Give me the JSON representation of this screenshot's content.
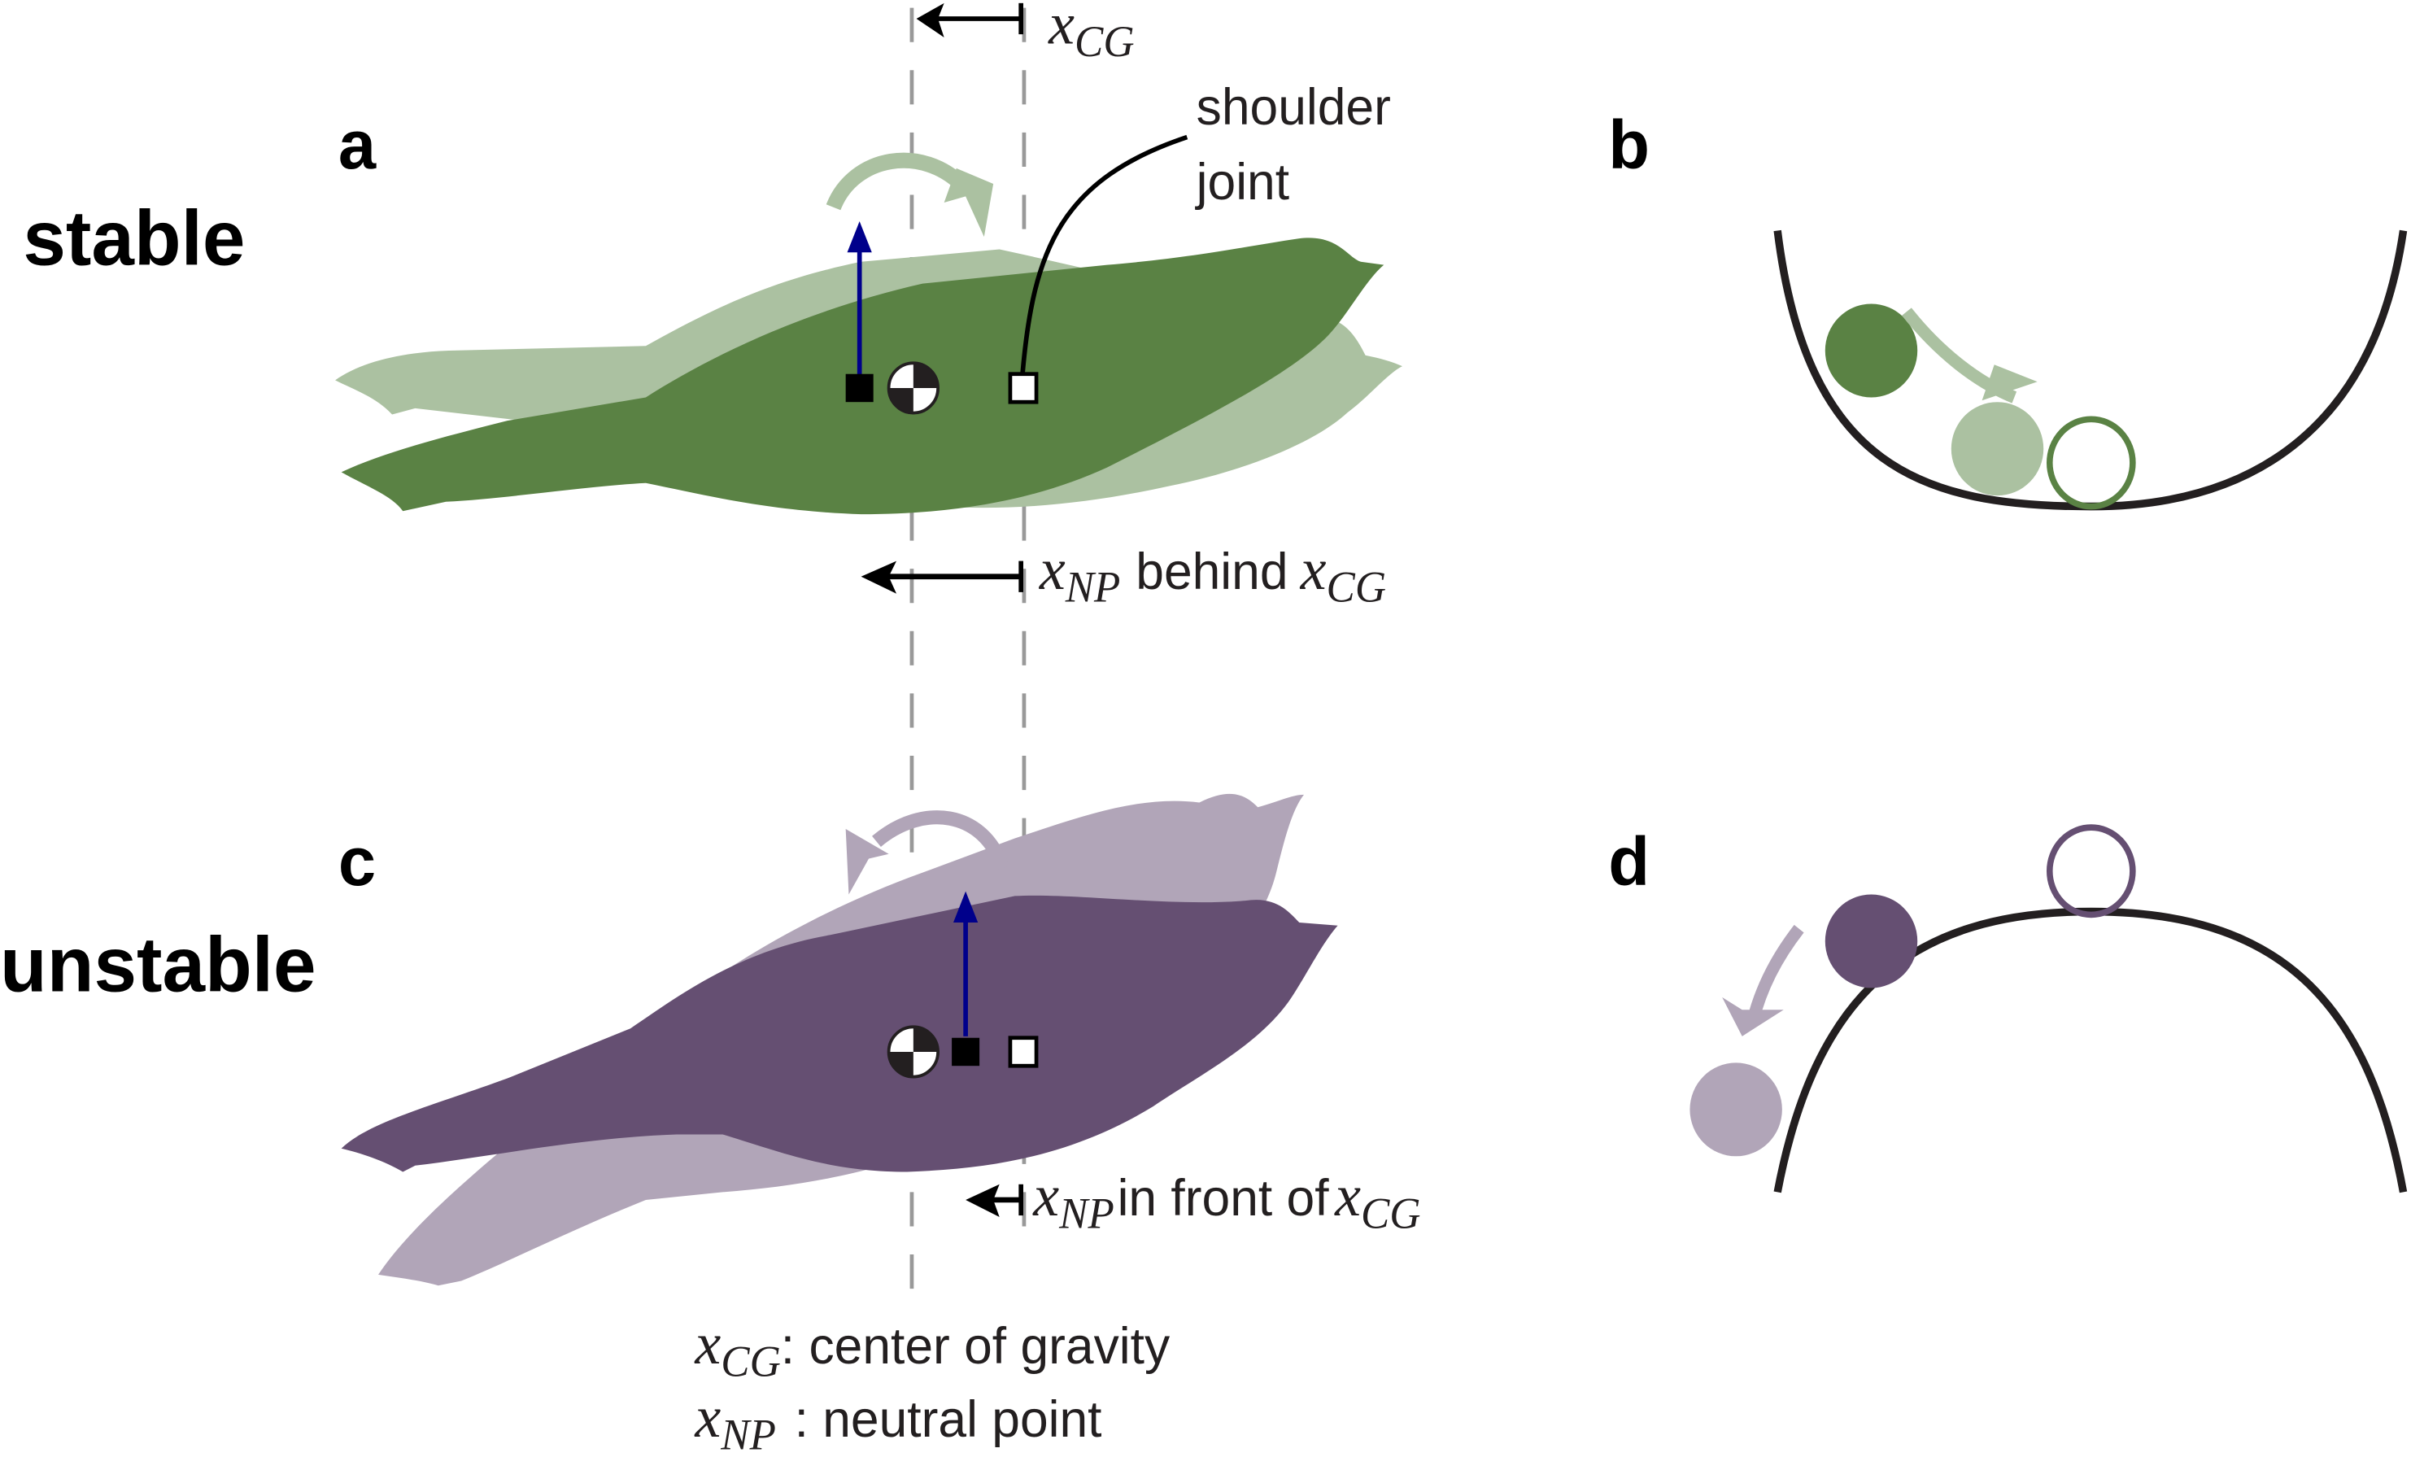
{
  "figure": {
    "rows": [
      {
        "panel": "a",
        "label": "stable"
      },
      {
        "panel": "c",
        "label": "unstable"
      }
    ],
    "panels_right": [
      {
        "panel": "b"
      },
      {
        "panel": "d"
      }
    ],
    "top_marker": {
      "var": "x",
      "sub": "CG"
    },
    "shoulder_label": {
      "line1": "shoulder",
      "line2": "joint"
    },
    "stable_caption": {
      "var1": "x",
      "sub1": "NP",
      "text": "behind",
      "var2": "x",
      "sub2": "CG"
    },
    "unstable_caption": {
      "var1": "x",
      "sub1": "NP",
      "text": "in front of",
      "var2": "x",
      "sub2": "CG"
    },
    "legend": [
      {
        "var": "x",
        "sub": "CG",
        "text": ": center of gravity"
      },
      {
        "var": "x",
        "sub": "NP",
        "text": ": neutral point"
      }
    ],
    "colors": {
      "stable_dark": "#5a8244",
      "stable_light": "#abc1a1",
      "unstable_dark": "#654f72",
      "unstable_light": "#b1a5b8",
      "lift_arrow": "#00008b",
      "curve": "#231f20",
      "guide": "#999999"
    }
  }
}
